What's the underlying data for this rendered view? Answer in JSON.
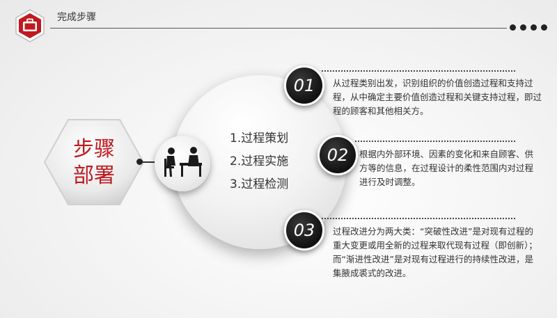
{
  "header": {
    "title": "完成步骤"
  },
  "main": {
    "hex_label_line1": "步骤",
    "hex_label_line2": "部署",
    "process_items": [
      "1.过程策划",
      "2.过程实施",
      "3.过程检测"
    ],
    "steps": [
      {
        "number": "01",
        "text": "从过程类别出发，识别组织的价值创造过程和支持过程，从中确定主要价值创造过程和关键支持过程，即过程的顾客和其他相关方。"
      },
      {
        "number": "02",
        "text": "根据内外部环境、因素的变化和来自顾客、供方等的信息，在过程设计的柔性范围内对过程进行及时调整。"
      },
      {
        "number": "03",
        "text": "过程改进分为两大类：“突破性改进”是对现有过程的重大变更或用全新的过程来取代现有过程（即创新）；而“渐进性改进”是对现有过程进行的持续性改进，是集腋成裘式的改进。"
      }
    ]
  },
  "colors": {
    "accent_red": "#c0191f",
    "dark": "#111111"
  },
  "icons": {
    "header_badge": "briefcase-icon",
    "people": "meeting-people-icon"
  }
}
